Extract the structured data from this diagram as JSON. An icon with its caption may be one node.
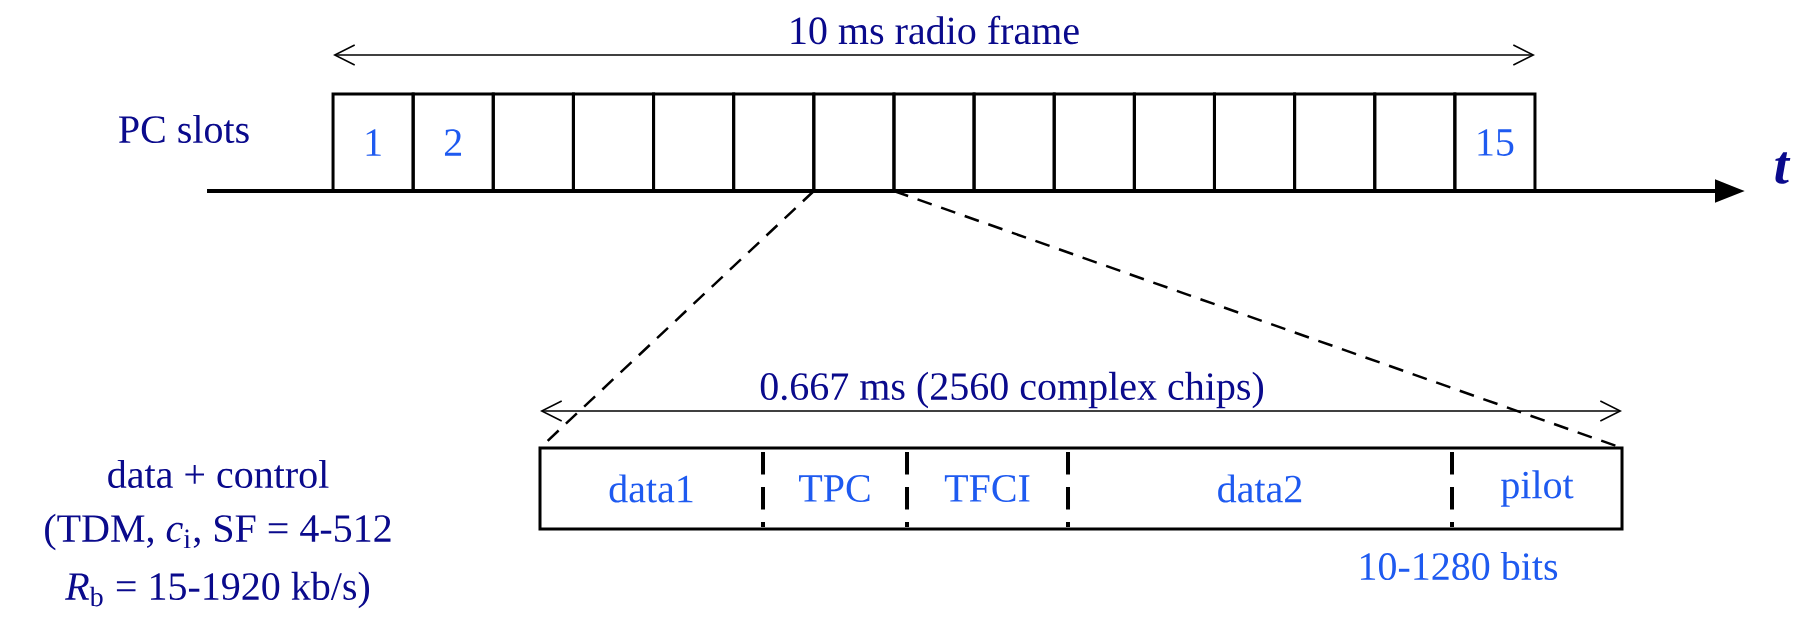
{
  "diagram": {
    "nodes": [
      {
        "text": [
          "1"
        ]
      },
      {
        "text": [
          "2"
        ]
      },
      {
        "text": [],
        "shape": "box"
      },
      {
        "text": [],
        "shape": "box"
      },
      {
        "text": [],
        "shape": "box"
      },
      {
        "text": [],
        "shape": "box"
      },
      {
        "text": [],
        "shape": "box"
      },
      {
        "text": [],
        "shape": "box"
      },
      {
        "text": [],
        "shape": "box"
      },
      {
        "text": [],
        "shape": "box"
      },
      {
        "text": [],
        "shape": "box"
      },
      {
        "text": [],
        "shape": "box"
      },
      {
        "text": [],
        "shape": "box"
      },
      {
        "text": [],
        "shape": "box"
      },
      {
        "text": [
          "15"
        ]
      },
      {
        "text": [],
        "shape": "box"
      },
      {
        "text": [
          "data1"
        ],
        "in": 15
      },
      {
        "text": [
          "TPC"
        ],
        "in": 15
      },
      {
        "text": [
          "TFCI"
        ],
        "in": 15
      },
      {
        "text": [
          "data2"
        ],
        "in": 15
      },
      {
        "text": [
          "pilot"
        ],
        "in": 15
      }
    ],
    "edges": [
      {
        "from": 6,
        "to": 15,
        "arrow": "none",
        "style": "dashed"
      },
      {
        "from": 6,
        "to": 15,
        "arrow": "none",
        "style": "dashed"
      }
    ],
    "labels": [
      "10 ms radio frame",
      "PC slots",
      "*t*",
      "0.667 ms (2560 complex chips)",
      "data + control",
      "(TDM, *c*$_{i}$, SF = 4-512",
      "*R*$_{b}$ = 15-1920 kb/s)",
      "10-1280 bits"
    ]
  }
}
